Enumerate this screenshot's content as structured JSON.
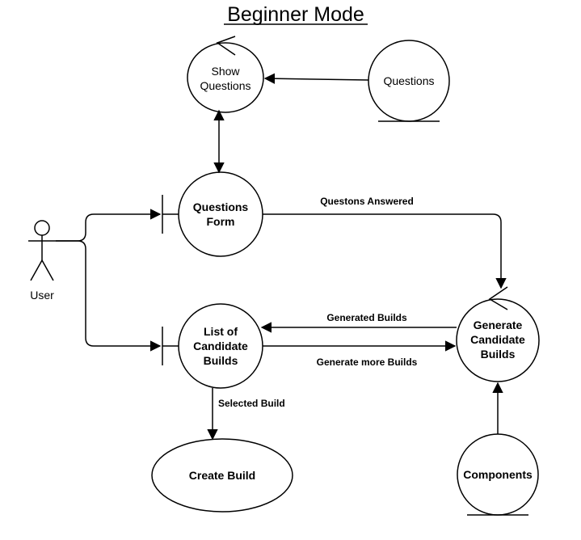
{
  "title": "Beginner Mode",
  "actor": {
    "label": "User"
  },
  "nodes": {
    "show_questions": {
      "line1": "Show",
      "line2": "Questions"
    },
    "questions_entity": {
      "label": "Questions"
    },
    "questions_form": {
      "line1": "Questions",
      "line2": "Form"
    },
    "list_builds": {
      "line1": "List of",
      "line2": "Candidate",
      "line3": "Builds"
    },
    "generate_builds": {
      "line1": "Generate",
      "line2": "Candidate",
      "line3": "Builds"
    },
    "create_build": {
      "label": "Create Build"
    },
    "components": {
      "label": "Components"
    }
  },
  "edges": {
    "questions_answered": "Questons Answered",
    "generated_builds": "Generated Builds",
    "generate_more_builds": "Generate more Builds",
    "selected_build": "Selected Build"
  }
}
